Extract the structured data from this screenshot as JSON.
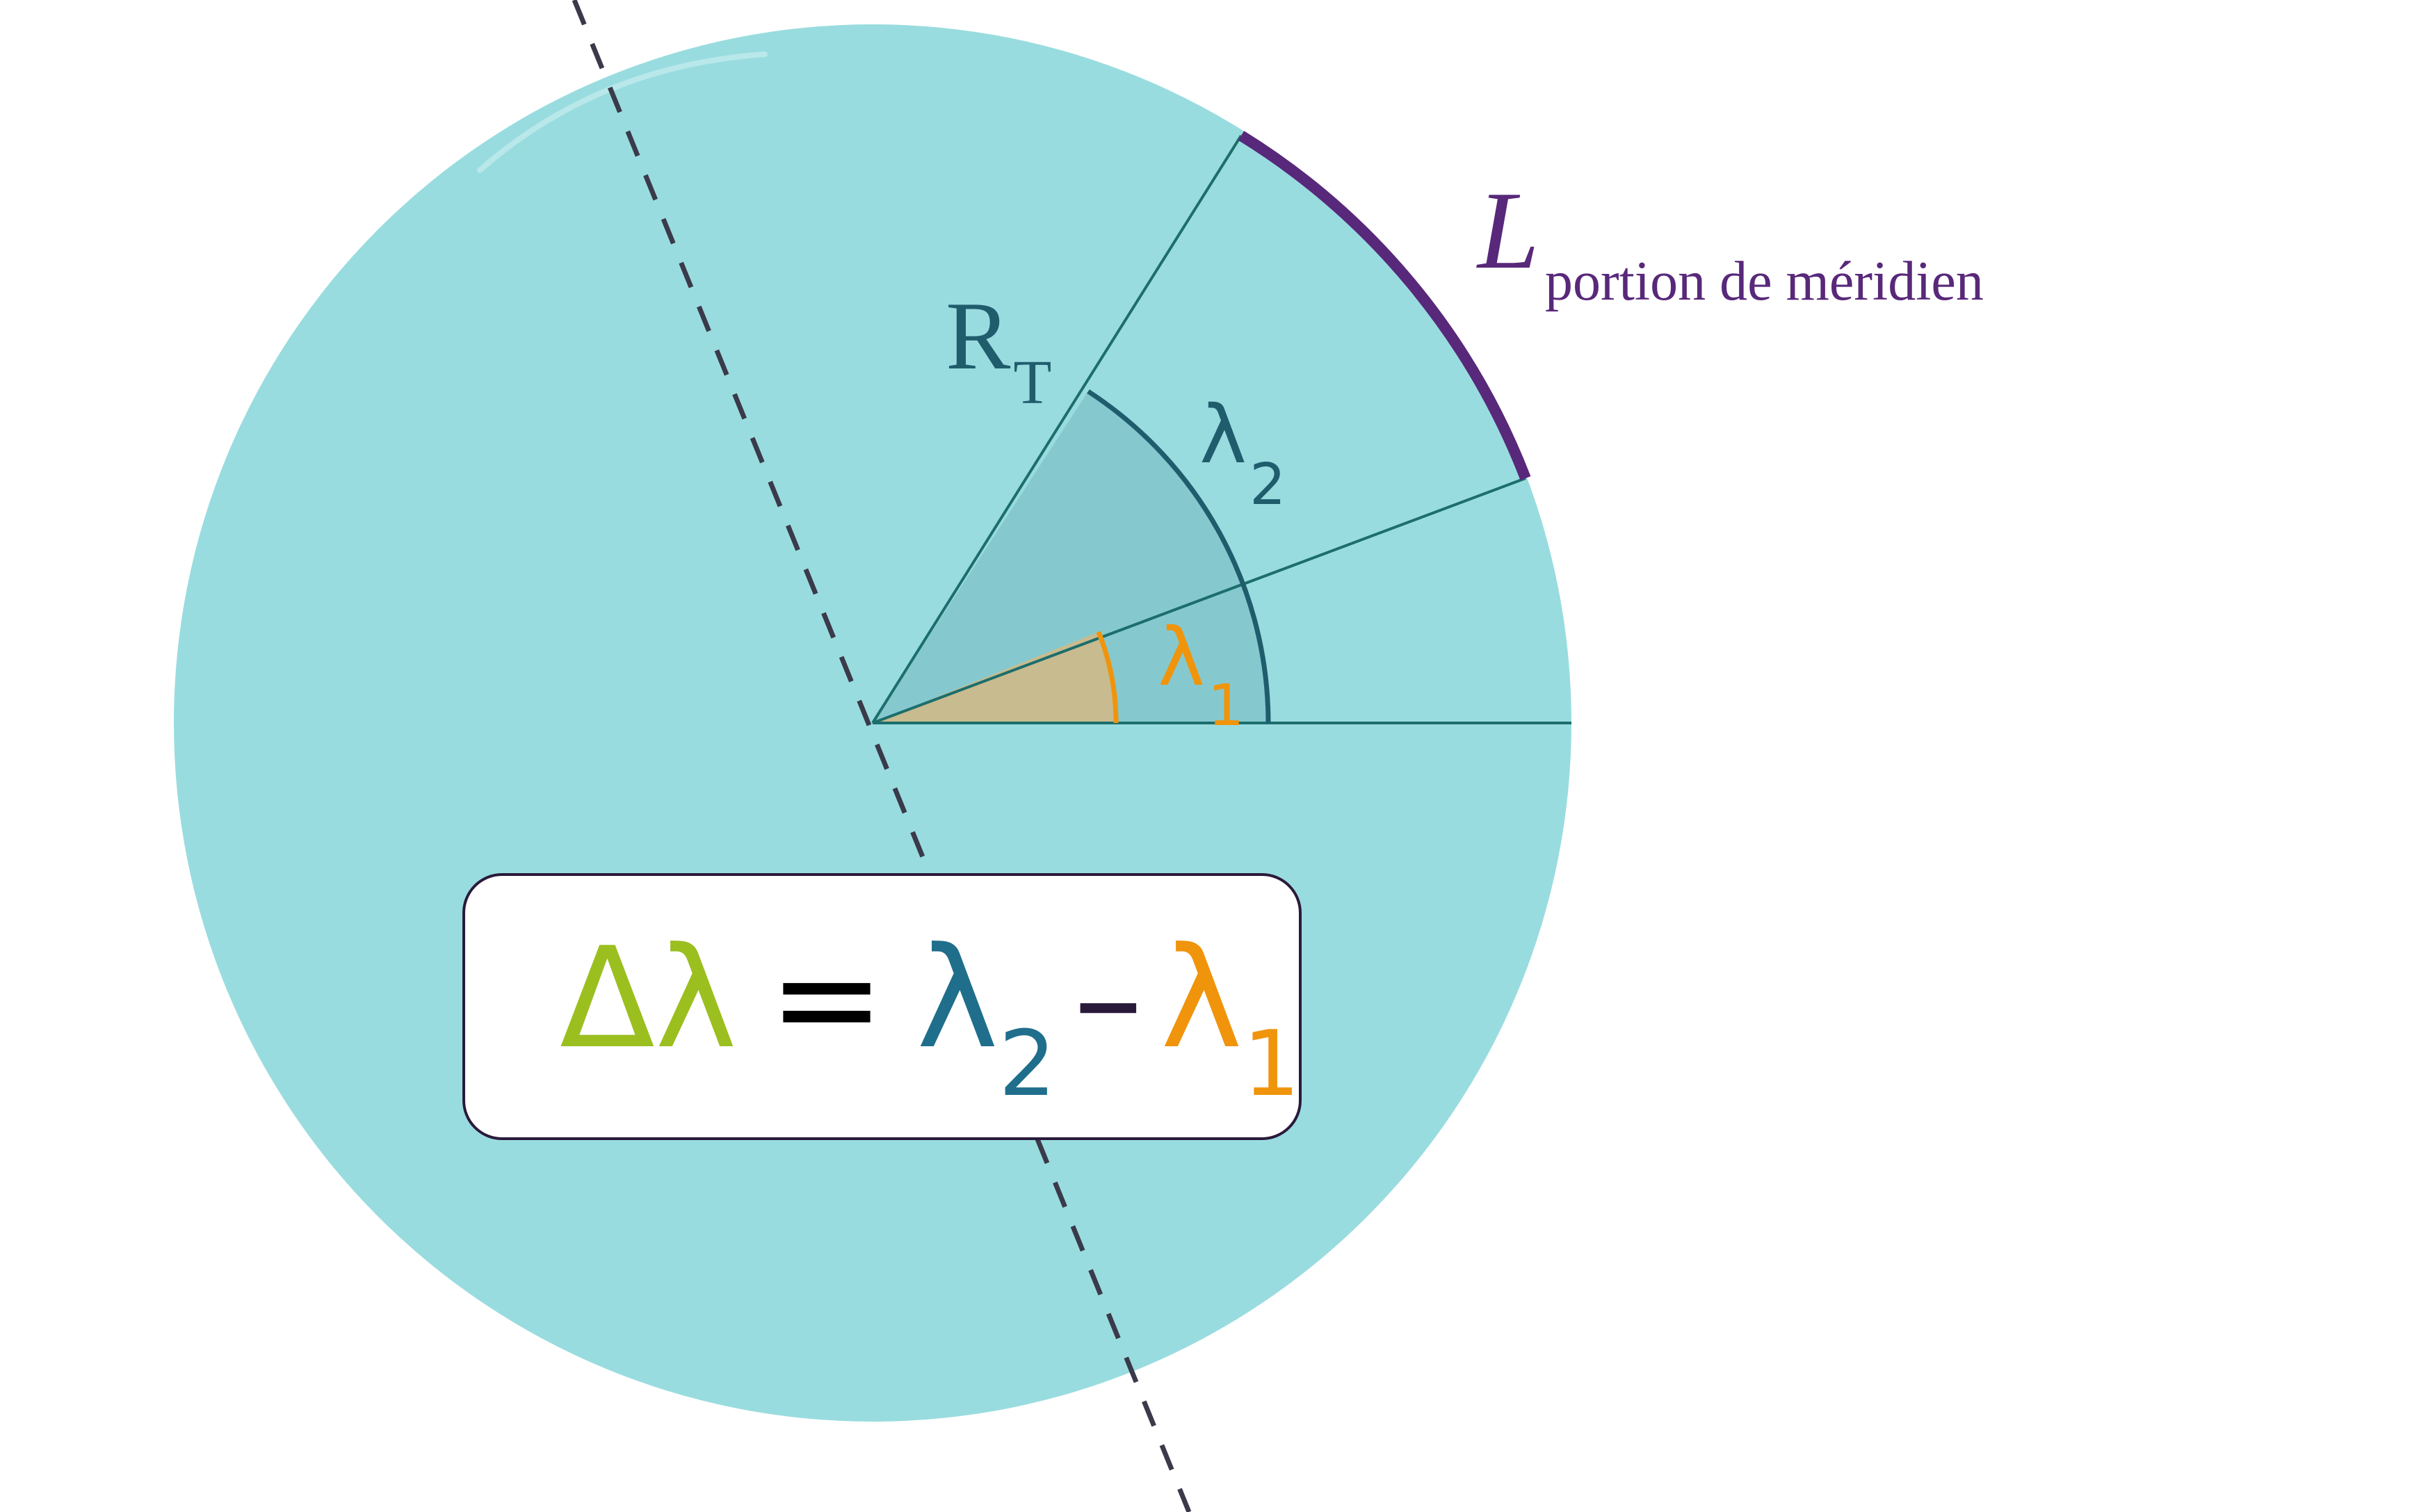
{
  "labels": {
    "radius_main": "R",
    "radius_sub": "T",
    "lambda2_main": "λ",
    "lambda2_sub": "2",
    "lambda1_main": "λ",
    "lambda1_sub": "1",
    "arc_main": "L",
    "arc_sub": "portion de méridien"
  },
  "formula": {
    "delta": "Δλ",
    "equals": "=",
    "lambda2": "λ",
    "lambda2_sub": "2",
    "minus": "–",
    "lambda1": "λ",
    "lambda1_sub": "1"
  },
  "colors": {
    "earth": "#99dcdf",
    "sector_lambda2": "#85c9cf",
    "sector_lambda1": "#c8bb8f",
    "line": "#1c6e6c",
    "arc_lambda2": "#1f5d6d",
    "lambda1": "#f0940c",
    "lambda2": "#1f6e8c",
    "meridian_arc": "#58287a",
    "delta": "#9bbf1f",
    "axis": "#3a3a4a",
    "text_rt": "#1f5d6d"
  },
  "angles_deg": {
    "lambda1": 22,
    "lambda2": 57
  }
}
